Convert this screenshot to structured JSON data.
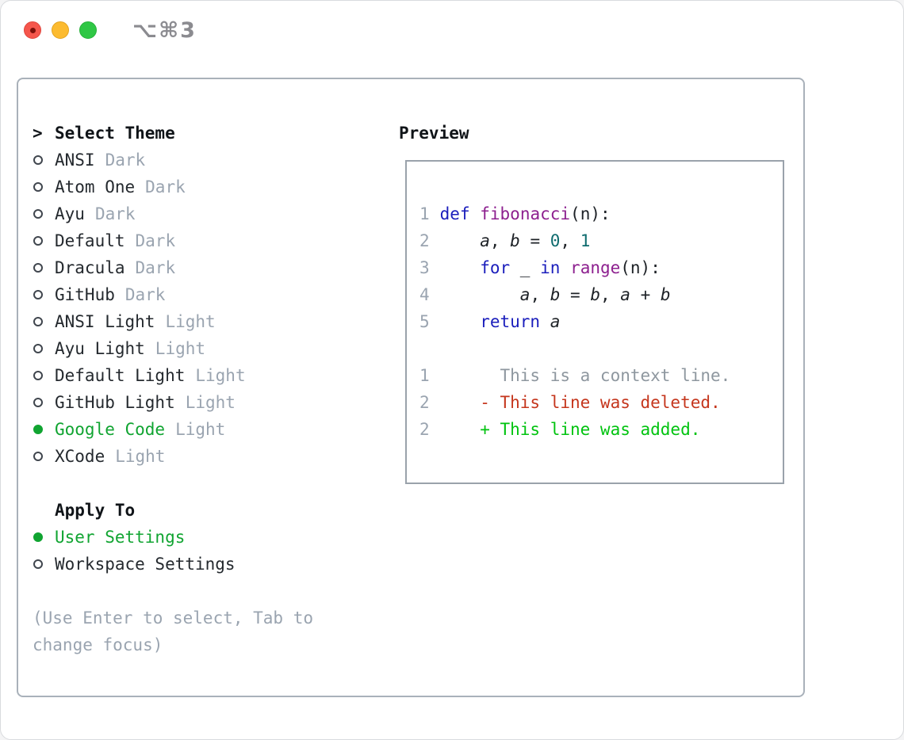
{
  "window": {
    "title": "⌥⌘3",
    "traffic_lights": [
      "close",
      "minimize",
      "zoom"
    ]
  },
  "theme_selector": {
    "cursor": ">",
    "header": "Select Theme",
    "items": [
      {
        "name": "ANSI",
        "variant": "Dark",
        "selected": false
      },
      {
        "name": "Atom One",
        "variant": "Dark",
        "selected": false
      },
      {
        "name": "Ayu",
        "variant": "Dark",
        "selected": false
      },
      {
        "name": "Default",
        "variant": "Dark",
        "selected": false
      },
      {
        "name": "Dracula",
        "variant": "Dark",
        "selected": false
      },
      {
        "name": "GitHub",
        "variant": "Dark",
        "selected": false
      },
      {
        "name": "ANSI Light",
        "variant": "Light",
        "selected": false
      },
      {
        "name": "Ayu Light",
        "variant": "Light",
        "selected": false
      },
      {
        "name": "Default Light",
        "variant": "Light",
        "selected": false
      },
      {
        "name": "GitHub Light",
        "variant": "Light",
        "selected": false
      },
      {
        "name": "Google Code",
        "variant": "Light",
        "selected": true
      },
      {
        "name": "XCode",
        "variant": "Light",
        "selected": false
      }
    ],
    "apply_to": {
      "header": "Apply To",
      "options": [
        {
          "name": "User Settings",
          "selected": true
        },
        {
          "name": "Workspace Settings",
          "selected": false
        }
      ]
    },
    "help_text": "(Use Enter to select, Tab to change focus)"
  },
  "preview": {
    "header": "Preview",
    "lines": [
      {
        "num": "1",
        "segs": [
          {
            "t": " ",
            "c": "p"
          },
          {
            "t": "def",
            "c": "k"
          },
          {
            "t": " ",
            "c": "p"
          },
          {
            "t": "fibonacci",
            "c": "t"
          },
          {
            "t": "(n):",
            "c": "p"
          }
        ]
      },
      {
        "num": "2",
        "segs": [
          {
            "t": "     ",
            "c": "p"
          },
          {
            "t": "a",
            "c": "v"
          },
          {
            "t": ", ",
            "c": "p"
          },
          {
            "t": "b",
            "c": "v"
          },
          {
            "t": " = ",
            "c": "p"
          },
          {
            "t": "0",
            "c": "l"
          },
          {
            "t": ", ",
            "c": "p"
          },
          {
            "t": "1",
            "c": "l"
          }
        ]
      },
      {
        "num": "3",
        "segs": [
          {
            "t": "     ",
            "c": "p"
          },
          {
            "t": "for",
            "c": "k"
          },
          {
            "t": " _ ",
            "c": "p"
          },
          {
            "t": "in",
            "c": "k"
          },
          {
            "t": " ",
            "c": "p"
          },
          {
            "t": "range",
            "c": "t"
          },
          {
            "t": "(n):",
            "c": "p"
          }
        ]
      },
      {
        "num": "4",
        "segs": [
          {
            "t": "         ",
            "c": "p"
          },
          {
            "t": "a",
            "c": "v"
          },
          {
            "t": ", ",
            "c": "p"
          },
          {
            "t": "b",
            "c": "v"
          },
          {
            "t": " = ",
            "c": "p"
          },
          {
            "t": "b",
            "c": "v"
          },
          {
            "t": ", ",
            "c": "p"
          },
          {
            "t": "a",
            "c": "v"
          },
          {
            "t": " + ",
            "c": "p"
          },
          {
            "t": "b",
            "c": "v"
          }
        ]
      },
      {
        "num": "5",
        "segs": [
          {
            "t": "     ",
            "c": "p"
          },
          {
            "t": "return",
            "c": "k"
          },
          {
            "t": " ",
            "c": "p"
          },
          {
            "t": "a",
            "c": "v"
          }
        ]
      },
      {
        "num": "",
        "segs": []
      },
      {
        "num": "1",
        "segs": [
          {
            "t": "       This is a context line.",
            "c": "x"
          }
        ]
      },
      {
        "num": "2",
        "segs": [
          {
            "t": "     ",
            "c": "p"
          },
          {
            "t": "- This line was deleted.",
            "c": "d"
          }
        ]
      },
      {
        "num": "2",
        "segs": [
          {
            "t": "     ",
            "c": "p"
          },
          {
            "t": "+ This line was added.",
            "c": "a"
          }
        ]
      }
    ]
  },
  "colors": {
    "accent_green": "#10a431",
    "added_green": "#00c30f",
    "deleted_red": "#c5361d",
    "keyword_blue": "#1b1ebc",
    "function_purple": "#8d208f",
    "literal_teal": "#0e6b6e",
    "muted_gray": "#9aa4b0",
    "text_dark": "#24292e",
    "border_gray": "#a9b1ba"
  }
}
